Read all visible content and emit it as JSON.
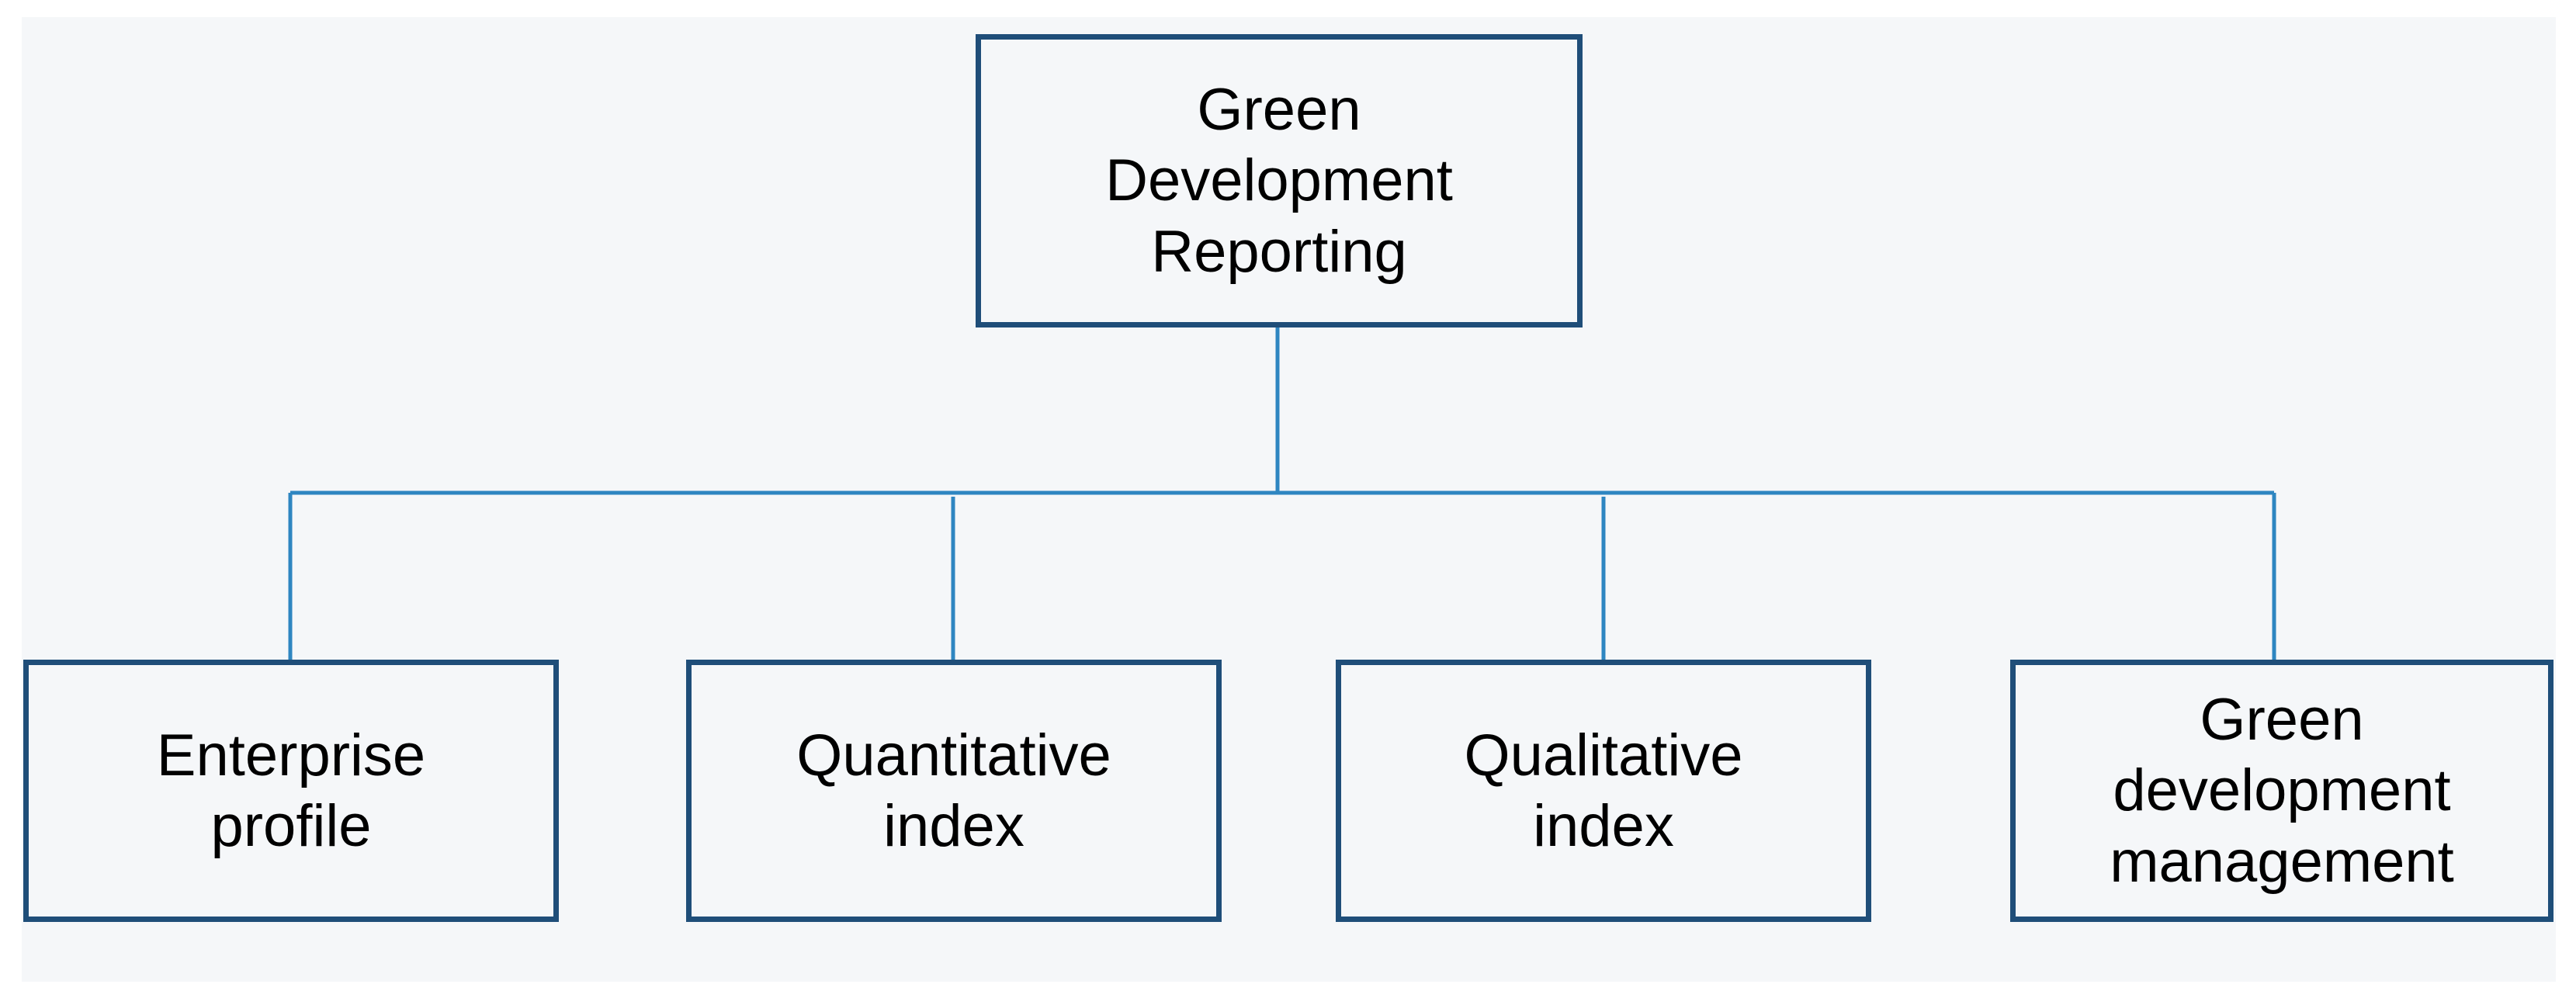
{
  "diagram": {
    "type": "hierarchy",
    "colors": {
      "background": "#f5f7f9",
      "box_border": "#1f4e79",
      "connector": "#2e86c1",
      "text": "#000000"
    },
    "root": {
      "label": "Green\nDevelopment\nReporting"
    },
    "children": [
      {
        "label": "Enterprise\nprofile"
      },
      {
        "label": "Quantitative\nindex"
      },
      {
        "label": "Qualitative\nindex"
      },
      {
        "label": "Green\ndevelopment\nmanagement"
      }
    ]
  }
}
